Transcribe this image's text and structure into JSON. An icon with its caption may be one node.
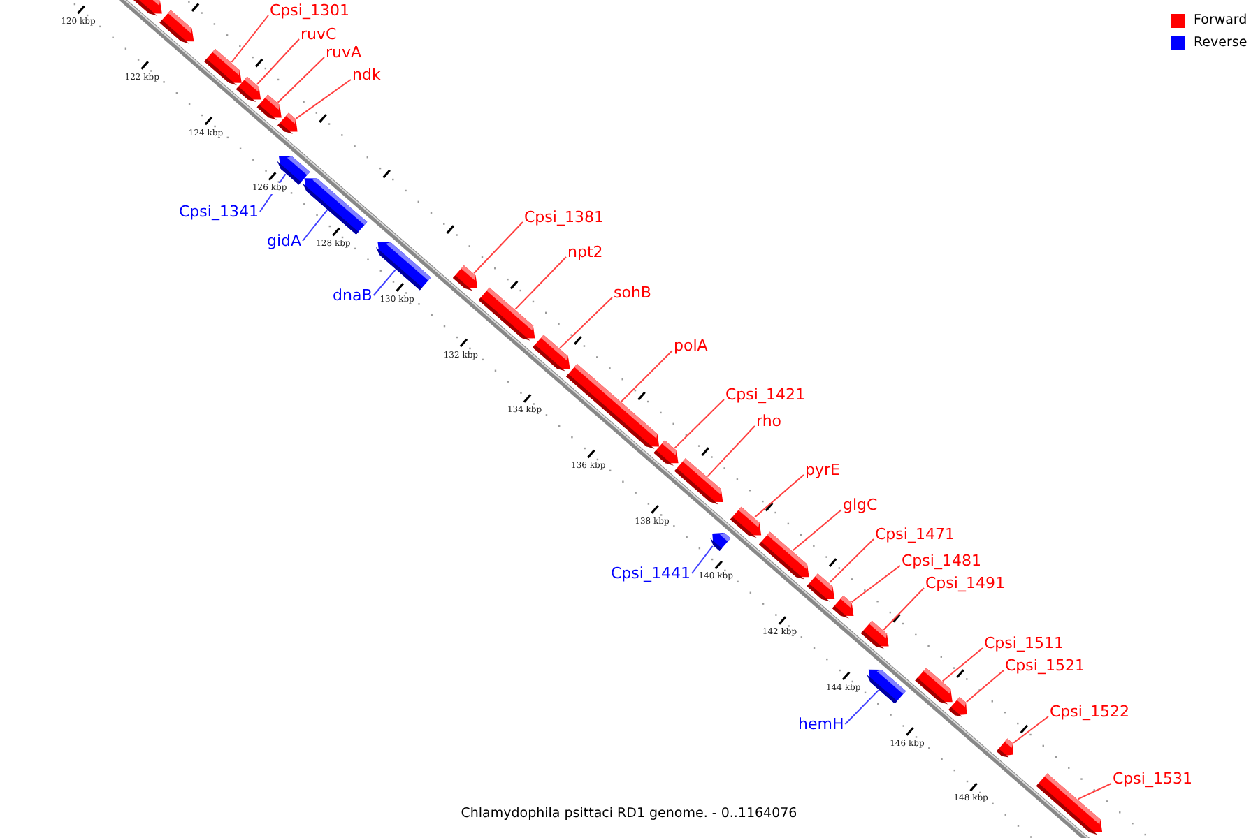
{
  "diagram": {
    "caption": "Chlamydophila psittaci RD1 genome. - 0..1164076",
    "nodes": [
      {
        "text": [],
        "shape": "box"
      },
      {
        "text": [],
        "shape": "box"
      },
      {
        "text": [],
        "shape": "box"
      },
      {
        "text": [],
        "shape": "box"
      },
      {
        "text": [],
        "shape": "box"
      },
      {
        "text": [],
        "shape": "box"
      },
      {
        "text": [],
        "shape": "box"
      },
      {
        "text": [],
        "shape": "box"
      },
      {
        "text": [],
        "shape": "box"
      },
      {
        "text": [],
        "shape": "box"
      },
      {
        "text": [],
        "shape": "box"
      },
      {
        "text": [],
        "shape": "box"
      },
      {
        "text": [],
        "shape": "box"
      },
      {
        "text": [],
        "shape": "box"
      },
      {
        "text": [],
        "shape": "box"
      },
      {
        "text": [],
        "shape": "box"
      },
      {
        "text": [],
        "shape": "box"
      },
      {
        "text": [],
        "shape": "box"
      },
      {
        "text": [],
        "shape": "box"
      },
      {
        "text": [],
        "shape": "box"
      },
      {
        "text": [],
        "shape": "box"
      },
      {
        "text": [],
        "shape": "box"
      },
      {
        "text": [],
        "shape": "box"
      },
      {
        "text": [],
        "shape": "box"
      },
      {
        "text": [],
        "shape": "box"
      },
      {
        "text": [],
        "shape": "box"
      },
      {
        "text": [
          "Cpsi_1301"
        ]
      },
      {
        "text": [
          "ruvC"
        ]
      },
      {
        "text": [
          "ruvA"
        ]
      },
      {
        "text": [
          "ndk"
        ]
      },
      {
        "text": [
          "Cpsi_1341"
        ]
      },
      {
        "text": [
          "gidA"
        ]
      },
      {
        "text": [
          "dnaB"
        ]
      },
      {
        "text": [
          "Cpsi_1381"
        ]
      },
      {
        "text": [
          "npt2"
        ]
      },
      {
        "text": [
          "sohB"
        ]
      },
      {
        "text": [
          "polA"
        ]
      },
      {
        "text": [
          "Cpsi_1421"
        ]
      },
      {
        "text": [
          "rho"
        ]
      },
      {
        "text": [
          "pyrE"
        ]
      },
      {
        "text": [
          "glgC"
        ]
      },
      {
        "text": [
          "Cpsi_1471"
        ]
      },
      {
        "text": [
          "Cpsi_1481"
        ]
      },
      {
        "text": [
          "Cpsi_1491"
        ]
      },
      {
        "text": [
          "Cpsi_1441"
        ]
      },
      {
        "text": [
          "hemH"
        ]
      },
      {
        "text": [
          "Cpsi_1511"
        ]
      },
      {
        "text": [
          "Cpsi_1521"
        ]
      },
      {
        "text": [
          "Cpsi_1522"
        ]
      },
      {
        "text": [
          "Cpsi_1531"
        ]
      }
    ],
    "edges": [
      {
        "from": 26,
        "to": 2,
        "arrow": "none"
      },
      {
        "from": 27,
        "to": 3,
        "arrow": "none"
      },
      {
        "from": 28,
        "to": 4,
        "arrow": "none"
      },
      {
        "from": 29,
        "to": 5,
        "arrow": "none"
      },
      {
        "from": 30,
        "to": 6,
        "arrow": "none",
        "color": "#4040ff"
      },
      {
        "from": 31,
        "to": 7,
        "arrow": "none",
        "color": "#4040ff"
      },
      {
        "from": 32,
        "to": 8,
        "arrow": "none",
        "color": "#4040ff"
      },
      {
        "from": 33,
        "to": 9,
        "arrow": "none"
      },
      {
        "from": 34,
        "to": 10,
        "arrow": "none"
      },
      {
        "from": 35,
        "to": 11,
        "arrow": "none"
      },
      {
        "from": 36,
        "to": 12,
        "arrow": "none"
      },
      {
        "from": 37,
        "to": 13,
        "arrow": "none"
      },
      {
        "from": 38,
        "to": 14,
        "arrow": "none"
      },
      {
        "from": 39,
        "to": 15,
        "arrow": "none"
      },
      {
        "from": 40,
        "to": 16,
        "arrow": "none"
      },
      {
        "from": 41,
        "to": 17,
        "arrow": "none"
      },
      {
        "from": 42,
        "to": 18,
        "arrow": "none"
      },
      {
        "from": 43,
        "to": 19,
        "arrow": "none"
      },
      {
        "from": 44,
        "to": 20,
        "arrow": "none",
        "color": "#4040ff"
      },
      {
        "from": 45,
        "to": 21,
        "arrow": "none",
        "color": "#4040ff"
      },
      {
        "from": 46,
        "to": 22,
        "arrow": "none"
      },
      {
        "from": 47,
        "to": 23,
        "arrow": "none"
      },
      {
        "from": 48,
        "to": 24,
        "arrow": "none"
      },
      {
        "from": 49,
        "to": 25,
        "arrow": "none"
      }
    ],
    "labels": [
      "120 kbp",
      "122 kbp",
      "124 kbp",
      "126 kbp",
      "128 kbp",
      "130 kbp",
      "132 kbp",
      "134 kbp",
      "136 kbp",
      "138 kbp",
      "140 kbp",
      "142 kbp",
      "144 kbp",
      "146 kbp",
      "148 kbp"
    ],
    "legend": [
      {
        "text": "Forward",
        "color": "#ff0000"
      },
      {
        "text": "Reverse",
        "color": "#0000ff"
      }
    ]
  }
}
